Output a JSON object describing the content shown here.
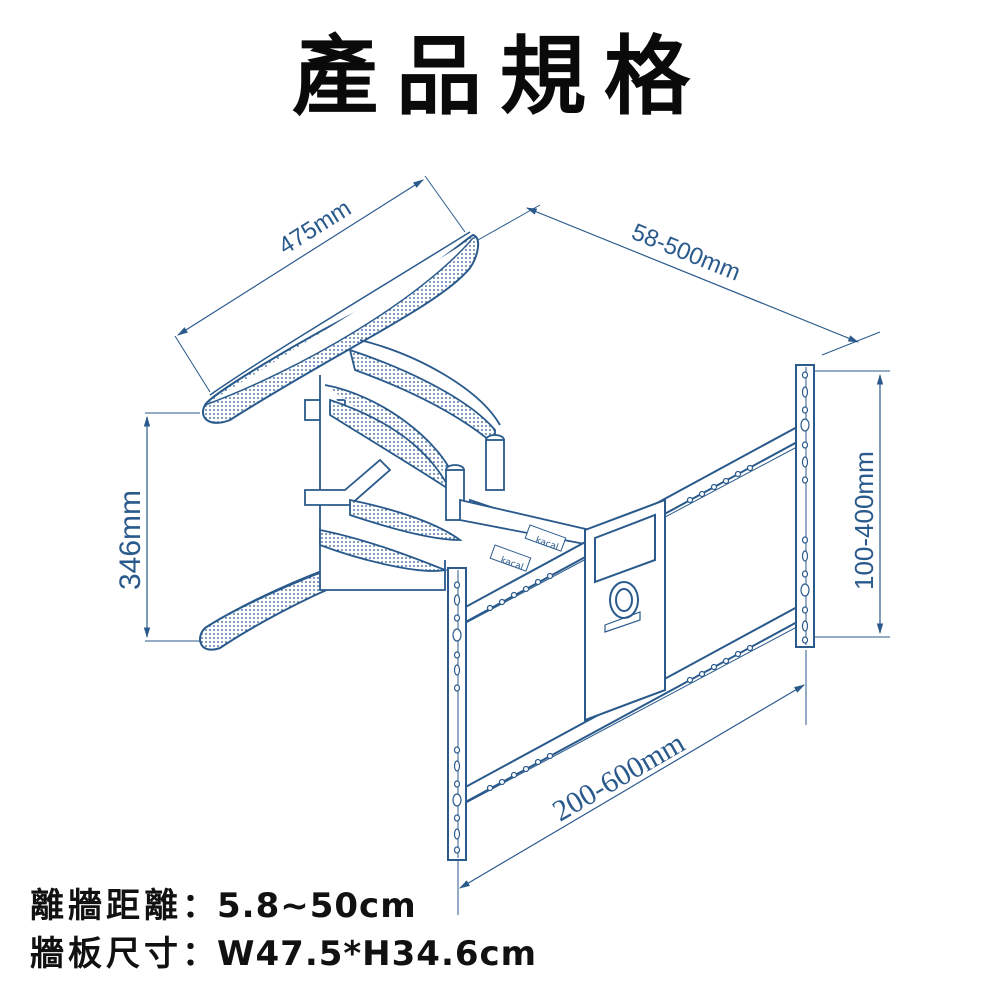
{
  "title": "產品規格",
  "colors": {
    "line": "#2a5a8c",
    "text": "#111111",
    "background": "#ffffff"
  },
  "dimensions": {
    "arm_width": "475mm",
    "extension": "58-500mm",
    "vertical_pattern": "100-400mm",
    "height": "346mm",
    "horizontal_pattern": "200-600mm"
  },
  "specs": [
    {
      "label": "離牆距離",
      "separator": "：",
      "value": "5.8~50cm"
    },
    {
      "label": "牆板尺寸",
      "separator": "：",
      "value": "W47.5*H34.6cm"
    }
  ],
  "product_logo": "kacal"
}
